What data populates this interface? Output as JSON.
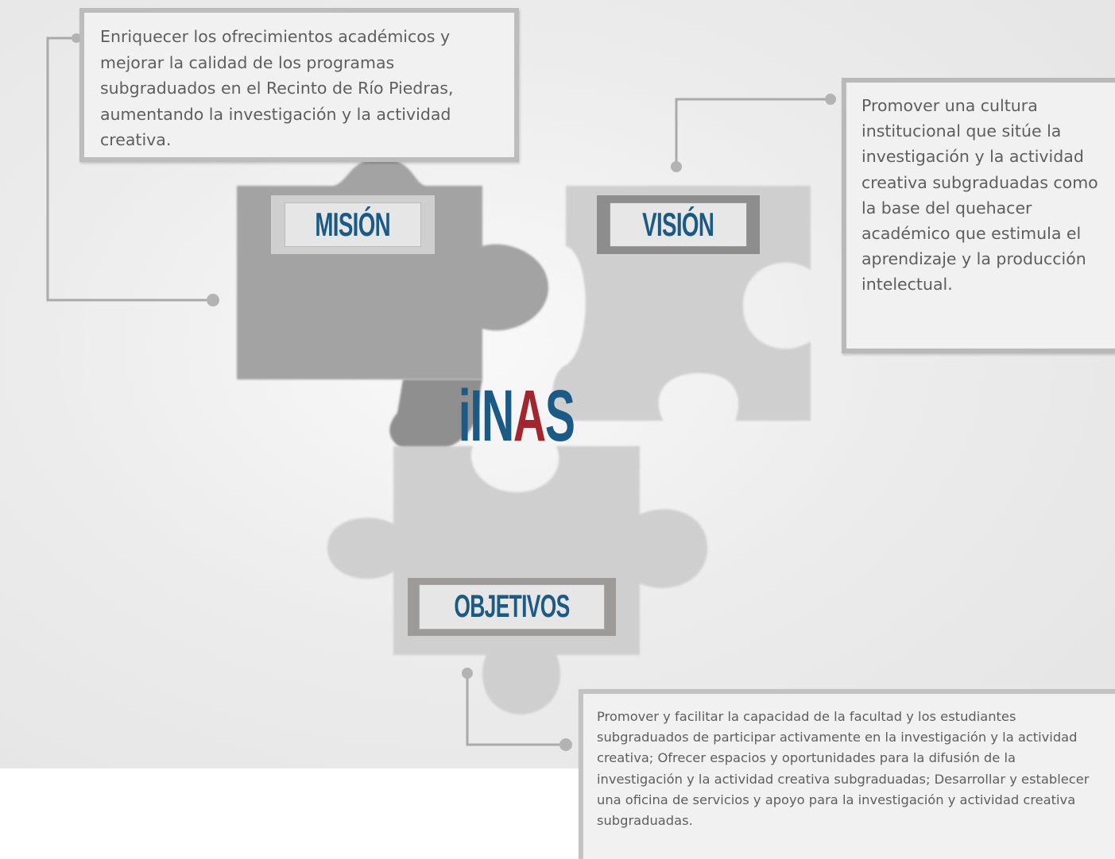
{
  "diagram": {
    "mision": {
      "label": "MISIÓN",
      "text": "Enriquecer los ofrecimientos académicos y mejorar la calidad de los programas subgraduados en el Recinto de Río Piedras, aumentando la investigación y la actividad creativa."
    },
    "vision": {
      "label": "VISIÓN",
      "text": "Promover una cultura institucional que sitúe la investigación y la actividad creativa subgraduadas como la base del quehacer académico que estimula el aprendizaje y la producción intelectual."
    },
    "objetivos": {
      "label": "OBJETIVOS",
      "text": "Promover y facilitar la capacidad de la facultad y los estudiantes subgraduados de participar activamente en la investigación y la actividad creativa;  Ofrecer espacios y oportunidades para la difusión de la investigación y la actividad creativa subgraduadas; Desarrollar y establecer una oficina de servicios y apoyo para la investigación y actividad creativa subgraduadas."
    },
    "logo": {
      "text_part_1": "iIN",
      "text_part_2": "A",
      "text_part_3": "S",
      "color_blue": "#1a5a84",
      "color_red": "#a3262f"
    }
  }
}
